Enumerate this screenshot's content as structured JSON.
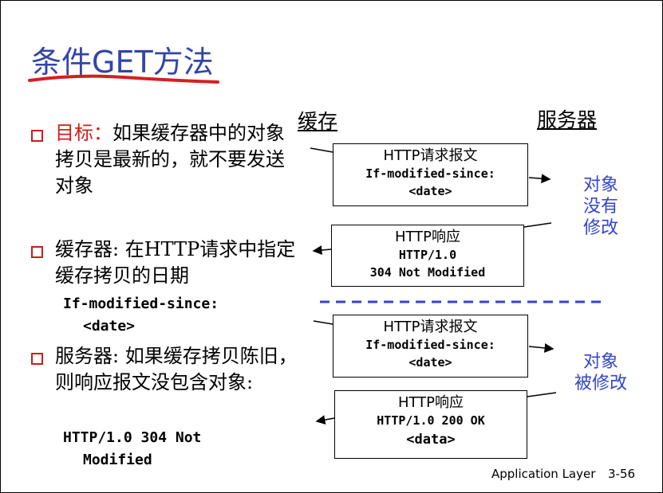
{
  "title": "条件GET方法",
  "bullets": [
    {
      "label": "目标：",
      "text": "如果缓存器中的对象拷贝是最新的，就不要发送对象"
    },
    {
      "text": "缓存器: 在HTTP请求中指定缓存拷贝的日期",
      "code_line1": "If-modified-since:",
      "code_line2": "<date>"
    },
    {
      "text": "服务器: 如果缓存拷贝陈旧，则响应报文没包含对象:",
      "code_line1": "HTTP/1.0 304 Not",
      "code_line2": "Modified"
    }
  ],
  "columns": {
    "cache": "缓存",
    "server": "服务器"
  },
  "messages": [
    {
      "line1": "HTTP请求报文",
      "line2": "If-modified-since:",
      "line3": "<date>"
    },
    {
      "line1": "HTTP响应",
      "line2": "HTTP/1.0",
      "line3": "304 Not Modified"
    },
    {
      "line1": "HTTP请求报文",
      "line2": "If-modified-since:",
      "line3": "<date>"
    },
    {
      "line1": "HTTP响应",
      "line2": "HTTP/1.0 200 OK",
      "line3": "<data>"
    }
  ],
  "notes": {
    "not_modified": [
      "对象",
      "没有",
      "修改"
    ],
    "modified": [
      "对象",
      "被修改"
    ]
  },
  "footer": {
    "section": "Application Layer",
    "page": "3-56"
  },
  "colors": {
    "title": "#3344aa",
    "note": "#3344cc",
    "bullet": "#c42020",
    "emphasis": "#d81b1b"
  }
}
